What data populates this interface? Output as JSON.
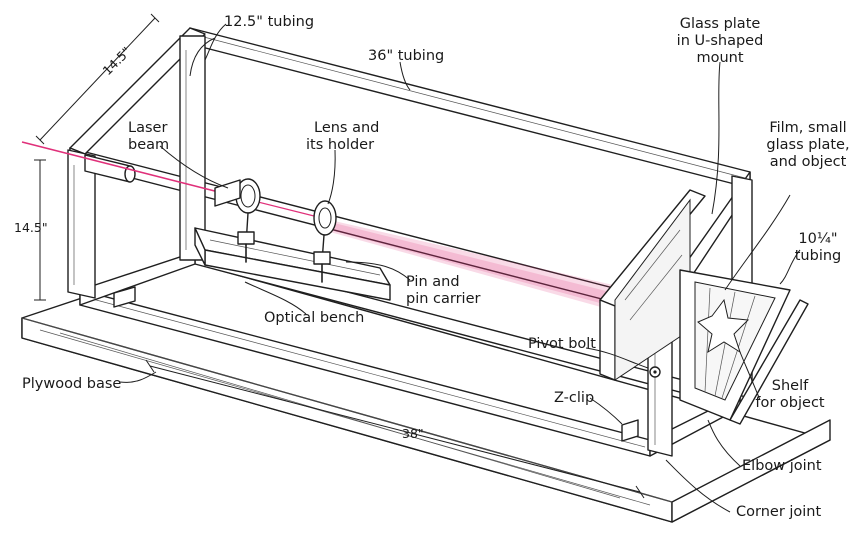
{
  "labels": {
    "tubing_12_5": "12.5\" tubing",
    "tubing_36": "36\" tubing",
    "glass_plate": [
      "Glass plate",
      "in U-shaped",
      "mount"
    ],
    "laser_beam": [
      "Laser",
      "beam"
    ],
    "lens_holder": [
      "Lens and",
      "its holder"
    ],
    "film_plate": [
      "Film, small",
      "glass plate,",
      "and object"
    ],
    "tubing_10_25": [
      "10¼\"",
      "tubing"
    ],
    "pin_carrier": [
      "Pin and",
      "pin carrier"
    ],
    "optical_bench": "Optical bench",
    "pivot_bolt": "Pivot bolt",
    "plywood_base": "Plywood base",
    "z_clip": "Z-clip",
    "shelf": [
      "Shelf",
      "for object"
    ],
    "elbow_joint": "Elbow joint",
    "corner_joint": "Corner joint"
  },
  "dimensions": {
    "width_top": "14.5\"",
    "height_left": "14.5\"",
    "length_base": "38\""
  },
  "colors": {
    "ink": "#1f1f1f",
    "laser": "#e0307a",
    "paper": "#ffffff"
  }
}
